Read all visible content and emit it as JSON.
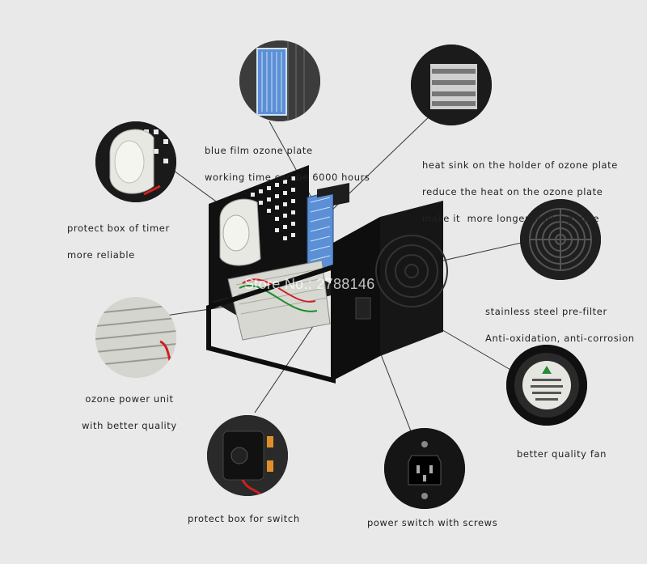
{
  "labels": {
    "ozone_plate_line1": "blue film ozone plate",
    "ozone_plate_line2": "working time can be 6000 hours",
    "heat_sink_line1": "heat sink on the holder of ozone plate",
    "heat_sink_line2": "reduce the heat on the ozone plate",
    "heat_sink_line3": "make it  more longer working time",
    "timer_line1": "protect box of timer",
    "timer_line2": "more reliable",
    "prefilter_line1": "stainless steel pre-filter",
    "prefilter_line2": "Anti-oxidation, anti-corrosion",
    "power_unit_line1": "ozone power unit",
    "power_unit_line2": "with better quality",
    "fan": "better quality fan",
    "switch_box": "protect box for switch",
    "power_switch": "power switch with screws"
  },
  "watermark": "Store No.: 2788146",
  "colors": {
    "background": "#e9e9e9",
    "housing": "#111111",
    "ozone_plate_blue": "#5b8fd6",
    "white_parts": "#e8e8e2",
    "leader_line": "#333333"
  }
}
